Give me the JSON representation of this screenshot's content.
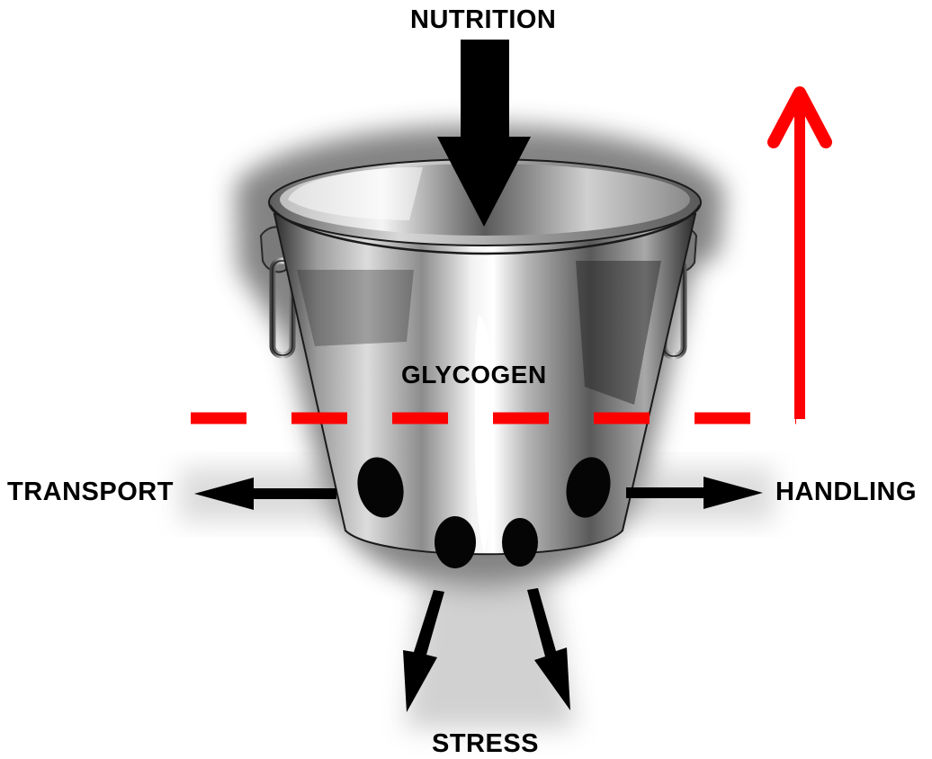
{
  "labels": {
    "nutrition": "NUTRITION",
    "glycogen": "GLYCOGEN",
    "transport": "TRANSPORT",
    "handling": "HANDLING",
    "stress": "STRESS"
  },
  "colors": {
    "arrow": "#000000",
    "threshold": "#ff0000",
    "bucket_light": "#e9e9e9",
    "bucket_dark": "#3a3a3a",
    "hole": "#050505",
    "shadow": "#7a7a7a"
  },
  "icons": {
    "bucket": "bucket-icon",
    "holes": "hole-icon"
  }
}
